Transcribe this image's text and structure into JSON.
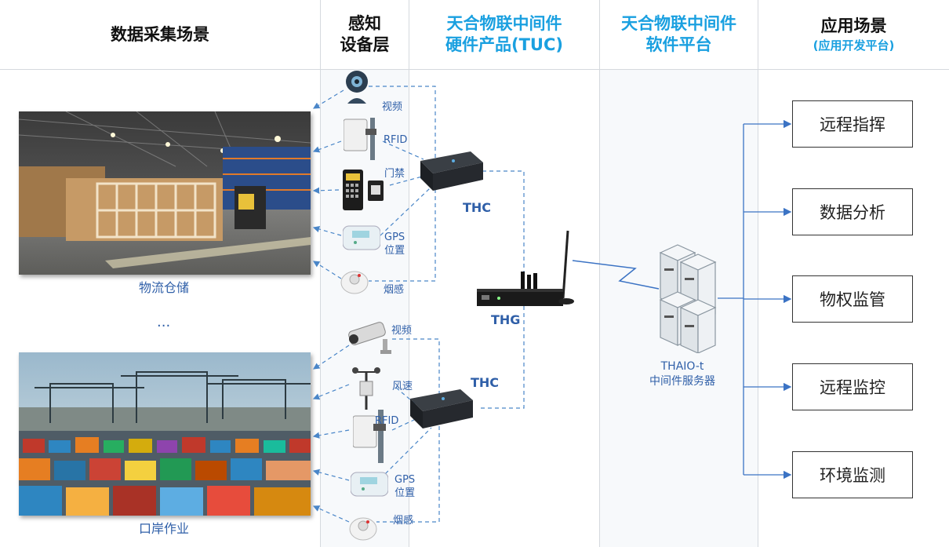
{
  "headers": {
    "scenes": "数据采集场景",
    "devices": [
      "感知",
      "设备层"
    ],
    "hardware": [
      "天合物联中间件",
      "硬件产品(TUC)"
    ],
    "software": [
      "天合物联中间件",
      "软件平台"
    ],
    "apps": "应用场景",
    "apps_sub": "(应用开发平台)"
  },
  "scenes": {
    "warehouse": "物流仓储",
    "ellipsis": "...",
    "port": "口岸作业"
  },
  "group1_devices": [
    {
      "icon": "camera-icon",
      "label": "视频"
    },
    {
      "icon": "rfid-reader-icon",
      "label": "RFID"
    },
    {
      "icon": "access-control-icon",
      "label": "门禁"
    },
    {
      "icon": "gps-device-icon",
      "label": "GPS\n位置"
    },
    {
      "icon": "smoke-detector-icon",
      "label": "烟感"
    }
  ],
  "group2_devices": [
    {
      "icon": "cctv-camera-icon",
      "label": "视频"
    },
    {
      "icon": "anemometer-icon",
      "label": "风速"
    },
    {
      "icon": "rfid-reader-icon",
      "label": "RFID"
    },
    {
      "icon": "gps-device-icon",
      "label": "GPS\n位置"
    },
    {
      "icon": "smoke-detector-icon",
      "label": "烟感"
    }
  ],
  "hardware": {
    "thc_top": "THC",
    "thg": "THG",
    "thc_bottom": "THC"
  },
  "server": {
    "name": "THAIO-t",
    "desc": "中间件服务器"
  },
  "applications": [
    "远程指挥",
    "数据分析",
    "物权监管",
    "远程监控",
    "环境监测"
  ],
  "colors": {
    "header_blue": "#1aa0e0",
    "label_blue": "#2f5fa8",
    "dash_blue": "#4a86c8",
    "arrow_blue": "#3b73c4"
  }
}
